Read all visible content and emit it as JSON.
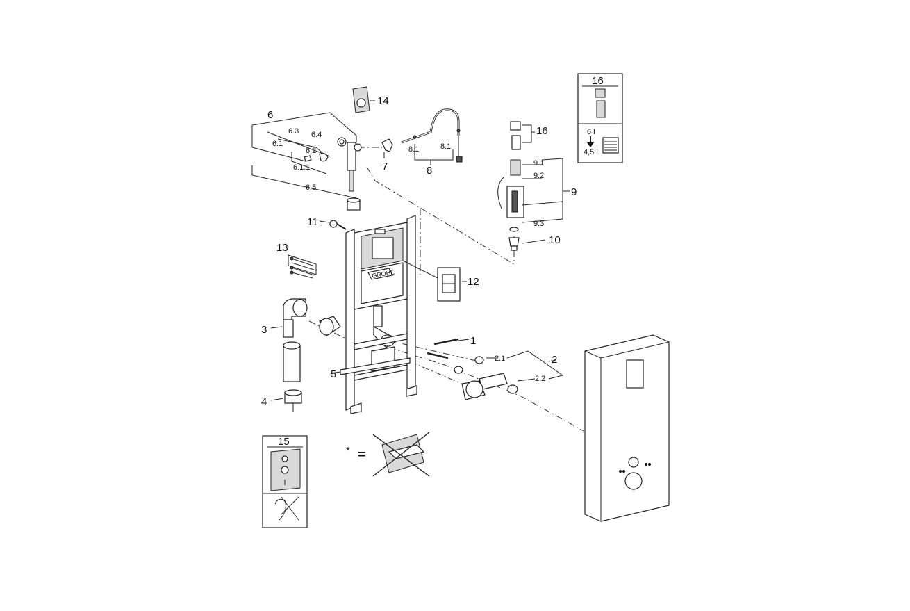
{
  "labels": {
    "l1": "1",
    "l2": "2",
    "l2_1": "2.1",
    "l2_2": "2.2",
    "l3": "3",
    "l4": "4",
    "l5": "5",
    "l6": "6",
    "l6_1": "6.1",
    "l6_1_1": "6.1.1",
    "l6_2": "6.2",
    "l6_3": "6.3",
    "l6_4": "6.4",
    "l6_5": "6.5",
    "l7": "7",
    "l8": "8",
    "l8_1a": "8.1",
    "l8_1b": "8.1",
    "l9": "9",
    "l9_1": "9.1",
    "l9_2": "9.2",
    "l9_3": "9.3",
    "l10": "10",
    "l11": "11",
    "l12": "12",
    "l13": "13",
    "l14": "14",
    "l15": "15",
    "l16": "16",
    "l16_box": "16"
  },
  "box16": {
    "title": "16",
    "vol_big": "6 l",
    "vol_small": "4,5 l"
  },
  "box15": {
    "title": "15"
  },
  "note": {
    "star": "*",
    "equals": "="
  },
  "logo": {
    "text": "GROHE"
  },
  "colors": {
    "line": "#222222",
    "fill": "#ffffff",
    "shade": "#d9d9d9"
  }
}
